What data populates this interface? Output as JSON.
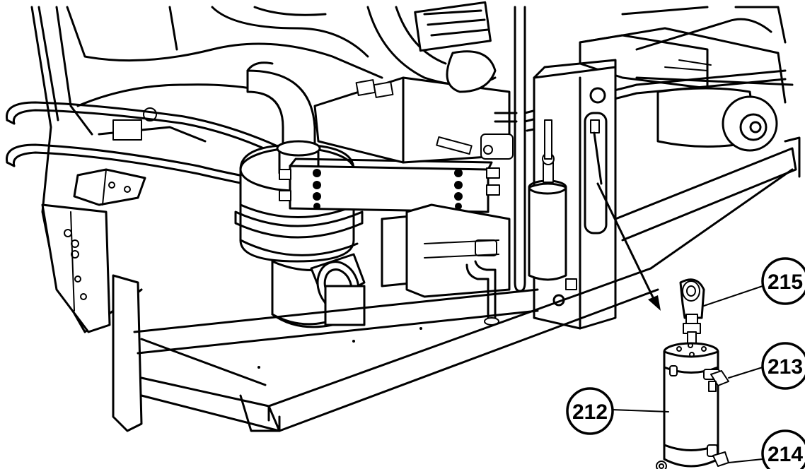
{
  "callouts": [
    {
      "id": "215",
      "label": "215"
    },
    {
      "id": "213",
      "label": "213"
    },
    {
      "id": "212",
      "label": "212"
    },
    {
      "id": "214",
      "label": "214"
    }
  ]
}
